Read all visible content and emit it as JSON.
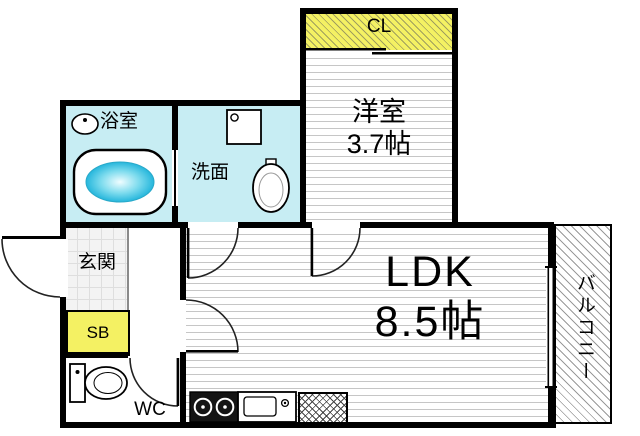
{
  "floorplan": {
    "rooms": {
      "closet": {
        "label": "CL"
      },
      "western_room": {
        "name": "洋室",
        "size": "3.7帖"
      },
      "bathroom": {
        "label": "浴室"
      },
      "washroom": {
        "label": "洗面"
      },
      "entrance": {
        "label": "玄関"
      },
      "shoe_box": {
        "label": "SB"
      },
      "wc": {
        "label": "WC"
      },
      "ldk": {
        "name": "LDK",
        "size": "8.5帖"
      },
      "balcony": {
        "label": "バルコニー"
      }
    },
    "colors": {
      "wall": "#000000",
      "closet_fill": "#f4f163",
      "shoe_box_fill": "#f4f163",
      "wet_area_fill": "#c7edf3",
      "bathtub_water": "#25b6dc",
      "floor_hatch": "#c6c6c6",
      "balcony_hatch": "#9a9a9a"
    },
    "fixtures": [
      "bathtub",
      "bath-basin",
      "washing-machine",
      "vanity-sink",
      "toilet",
      "gas-stove-2-burner",
      "kitchen-sink",
      "refrigerator-space",
      "sliding-window",
      "closet-sliding-door",
      "swing-doors"
    ]
  }
}
